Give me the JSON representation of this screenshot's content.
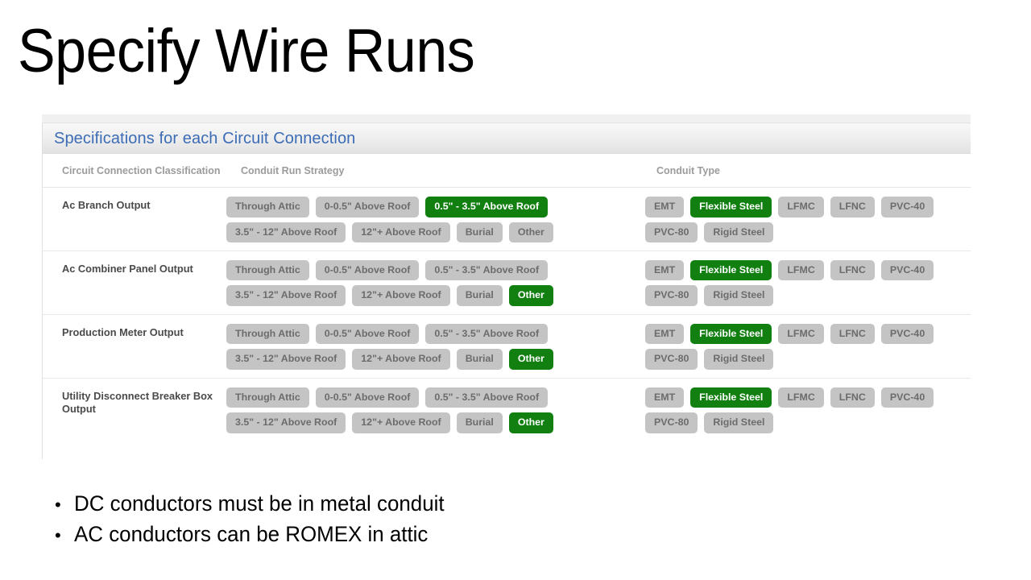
{
  "slide": {
    "title": "Specify Wire Runs"
  },
  "panel": {
    "header_title": "Specifications for each Circuit Connection",
    "accent_color": "#3b6cb5",
    "selected_color": "#118011",
    "chip_color": "#c4c4c4",
    "columns": [
      "Circuit Connection Classification",
      "Conduit Run Strategy",
      "Conduit Type"
    ],
    "rows": [
      {
        "label": "Ac Branch Output",
        "strategy": [
          {
            "label": "Through Attic",
            "selected": false
          },
          {
            "label": "0-0.5\" Above Roof",
            "selected": false
          },
          {
            "label": "0.5\" - 3.5\" Above Roof",
            "selected": true
          },
          {
            "label": "3.5\" - 12\" Above Roof",
            "selected": false
          },
          {
            "label": "12\"+ Above Roof",
            "selected": false
          },
          {
            "label": "Burial",
            "selected": false
          },
          {
            "label": "Other",
            "selected": false
          }
        ],
        "conduit": [
          {
            "label": "EMT",
            "selected": false
          },
          {
            "label": "Flexible Steel",
            "selected": true
          },
          {
            "label": "LFMC",
            "selected": false
          },
          {
            "label": "LFNC",
            "selected": false
          },
          {
            "label": "PVC-40",
            "selected": false
          },
          {
            "label": "PVC-80",
            "selected": false
          },
          {
            "label": "Rigid Steel",
            "selected": false
          }
        ]
      },
      {
        "label": "Ac Combiner Panel Output",
        "strategy": [
          {
            "label": "Through Attic",
            "selected": false
          },
          {
            "label": "0-0.5\" Above Roof",
            "selected": false
          },
          {
            "label": "0.5\" - 3.5\" Above Roof",
            "selected": false
          },
          {
            "label": "3.5\" - 12\" Above Roof",
            "selected": false
          },
          {
            "label": "12\"+ Above Roof",
            "selected": false
          },
          {
            "label": "Burial",
            "selected": false
          },
          {
            "label": "Other",
            "selected": true
          }
        ],
        "conduit": [
          {
            "label": "EMT",
            "selected": false
          },
          {
            "label": "Flexible Steel",
            "selected": true
          },
          {
            "label": "LFMC",
            "selected": false
          },
          {
            "label": "LFNC",
            "selected": false
          },
          {
            "label": "PVC-40",
            "selected": false
          },
          {
            "label": "PVC-80",
            "selected": false
          },
          {
            "label": "Rigid Steel",
            "selected": false
          }
        ]
      },
      {
        "label": "Production Meter Output",
        "strategy": [
          {
            "label": "Through Attic",
            "selected": false
          },
          {
            "label": "0-0.5\" Above Roof",
            "selected": false
          },
          {
            "label": "0.5\" - 3.5\" Above Roof",
            "selected": false
          },
          {
            "label": "3.5\" - 12\" Above Roof",
            "selected": false
          },
          {
            "label": "12\"+ Above Roof",
            "selected": false
          },
          {
            "label": "Burial",
            "selected": false
          },
          {
            "label": "Other",
            "selected": true
          }
        ],
        "conduit": [
          {
            "label": "EMT",
            "selected": false
          },
          {
            "label": "Flexible Steel",
            "selected": true
          },
          {
            "label": "LFMC",
            "selected": false
          },
          {
            "label": "LFNC",
            "selected": false
          },
          {
            "label": "PVC-40",
            "selected": false
          },
          {
            "label": "PVC-80",
            "selected": false
          },
          {
            "label": "Rigid Steel",
            "selected": false
          }
        ]
      },
      {
        "label": "Utility Disconnect Breaker Box Output",
        "strategy": [
          {
            "label": "Through Attic",
            "selected": false
          },
          {
            "label": "0-0.5\" Above Roof",
            "selected": false
          },
          {
            "label": "0.5\" - 3.5\" Above Roof",
            "selected": false
          },
          {
            "label": "3.5\" - 12\" Above Roof",
            "selected": false
          },
          {
            "label": "12\"+ Above Roof",
            "selected": false
          },
          {
            "label": "Burial",
            "selected": false
          },
          {
            "label": "Other",
            "selected": true
          }
        ],
        "conduit": [
          {
            "label": "EMT",
            "selected": false
          },
          {
            "label": "Flexible Steel",
            "selected": true
          },
          {
            "label": "LFMC",
            "selected": false
          },
          {
            "label": "LFNC",
            "selected": false
          },
          {
            "label": "PVC-40",
            "selected": false
          },
          {
            "label": "PVC-80",
            "selected": false
          },
          {
            "label": "Rigid Steel",
            "selected": false
          }
        ]
      }
    ]
  },
  "bullets": [
    {
      "marker": "•",
      "text": "DC conductors must be in metal conduit"
    },
    {
      "marker": "•",
      "text": "AC conductors can be ROMEX in attic"
    }
  ]
}
